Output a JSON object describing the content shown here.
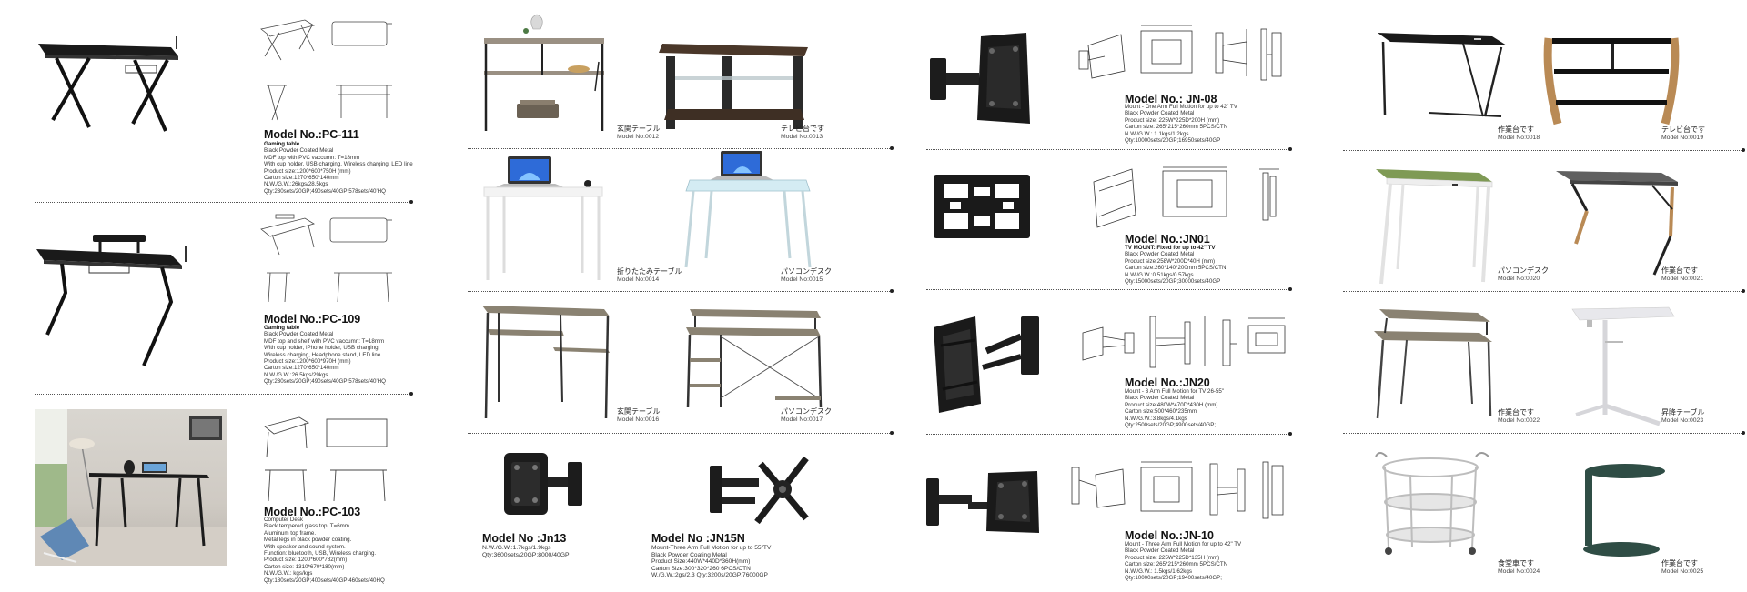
{
  "col1": {
    "pc111": {
      "model": "Model No.:PC-111",
      "lines": [
        "Gaming table",
        "Black Powder Coated Metal",
        "MDF top with PVC vaccumn: T=18mm",
        "With cup holder, USB charging, Wireless charging, LED line",
        "Product size:1200*600*750H (mm)",
        "Carton size:1270*650*140mm",
        "N.W./G.W.:26kgs/28.5kgs",
        "Qty:230sets/20GP;490sets/40GP;578sets/40'HQ"
      ]
    },
    "pc109": {
      "model": "Model No.:PC-109",
      "lines": [
        "Gaming table",
        "Black Powder Coated Metal",
        "MDF top and shelf with PVC vaccumn: T=18mm",
        "With cup holder, iPhone holder, USB charging,",
        "Wireless charging, Headphone stand, LED line",
        "Product size:1200*600*970H (mm)",
        "Carton size:1270*650*140mm",
        "N.W./G.W.:26.5kgs/29kgs",
        "Qty:230sets/20GP;490sets/40GP;578sets/40'HQ"
      ]
    },
    "pc103": {
      "model": "Model No.:PC-103",
      "lines": [
        "Computer Desk",
        "Black tempered glass top: T=6mm.",
        "Aluminum top frame.",
        "Metal legs in black powder coating.",
        "With speaker and sound system.",
        "Function: bluetooth, USB, Wireless charging.",
        "Product size: 1200*600*782(mm)",
        "Carton size: 1310*670*180(mm)",
        "N.W./G.W.: kgs/kgs",
        "Qty:180sets/20GP;400sets/40GP;460sets/40HQ"
      ]
    }
  },
  "col2": {
    "m0012": {
      "cap": "玄関テーブル",
      "no": "Model No:0012"
    },
    "m0013": {
      "cap": "テレビ台です",
      "no": "Model No:0013"
    },
    "m0014": {
      "cap": "折りたたみテーブル",
      "no": "Model No:0014"
    },
    "m0015": {
      "cap": "パソコンデスク",
      "no": "Model No:0015"
    },
    "m0016": {
      "cap": "玄関テーブル",
      "no": "Model No:0016"
    },
    "m0017": {
      "cap": "パソコンデスク",
      "no": "Model No:0017"
    },
    "jn13": {
      "model": "Model No :Jn13",
      "lines": [
        "N.W./G.W.:1.7kgs/1.9kgs",
        "Qty:3600sets/20GP;8000/40GP"
      ]
    },
    "jn15n": {
      "model": "Model No :JN15N",
      "lines": [
        "Mount-Three Arm Full Motion for up to 55\"TV",
        "Black Powder Coating Metal",
        "Product Size:440W*440D*360H(mm)",
        "Carton Size:300*320*260 6PCS/CTN",
        "W./G.W.:2gs/2.3 Qty:3200s/20GP;76000GP"
      ]
    }
  },
  "col3": {
    "jn08": {
      "model": "Model No.: JN-08",
      "lines": [
        "Mount - One Arm Full Motion for up to 42\" TV",
        "Black Powder Coated Metal",
        "Product size: 225W*225D*200H (mm)",
        "Carton size: 265*215*260mm 5PCS/CTN",
        "N.W./G.W.: 1.1kgs/1.2kgs",
        "Qty:10000sets/20GP;16950sets/40GP"
      ]
    },
    "jn01": {
      "model": "Model No.:JN01",
      "lines": [
        "TV MOUNT: Fixed for up to 42\" TV",
        "Black Powder Coated Metal",
        "Product size:258W*200D*40H (mm)",
        "Carton size:260*140*200mm 5PCS/CTN",
        "N.W./G.W.:0.51kgs/0.57kgs",
        "Qty:15000sets/20GP;30000sets/40GP"
      ]
    },
    "jn20": {
      "model": "Model No.:JN20",
      "lines": [
        "Mount - 3 Arm Full Motion for TV 26-55\"",
        "Black Powder Coated Metal",
        "Product size:480W*470D*430H (mm)",
        "Carton size:500*460*235mm",
        "N.W./G.W.:3.8kgs/4.1kgs",
        "Qty:2500sets/20GP;4900sets/40GP;"
      ]
    },
    "jn10": {
      "model": "Model No.:JN-10",
      "lines": [
        "Mount - Three Arm Full Motion for up to 42\" TV",
        "Black Powder Coated Metal",
        "Product size: 225W*225D*135H (mm)",
        "Carton size: 265*215*260mm 5PCS/CTN",
        "N.W./G.W.: 1.5kgs/1.62kgs",
        "Qty:10000sets/20GP;19400sets/40GP;"
      ]
    }
  },
  "col4": {
    "m0018": {
      "cap": "作業台です",
      "no": "Model No:0018"
    },
    "m0019": {
      "cap": "テレビ台です",
      "no": "Model No:0019"
    },
    "m0020": {
      "cap": "パソコンデスク",
      "no": "Model No:0020"
    },
    "m0021": {
      "cap": "作業台です",
      "no": "Model No:0021"
    },
    "m0022": {
      "cap": "作業台です",
      "no": "Model No:0022"
    },
    "m0023": {
      "cap": "昇降テーブル",
      "no": "Model No:0023"
    },
    "m0024": {
      "cap": "食堂車です",
      "no": "Model No:0024"
    },
    "m0025": {
      "cap": "作業台です",
      "no": "Model No:0025"
    }
  },
  "colors": {
    "ink": "#111111",
    "metal": "#1a1a1a",
    "wood": "#b98a55",
    "rustic": "#8a8272",
    "green": "#7f9a55",
    "glass": "#cfe3ea",
    "teal": "#2f4d45"
  }
}
